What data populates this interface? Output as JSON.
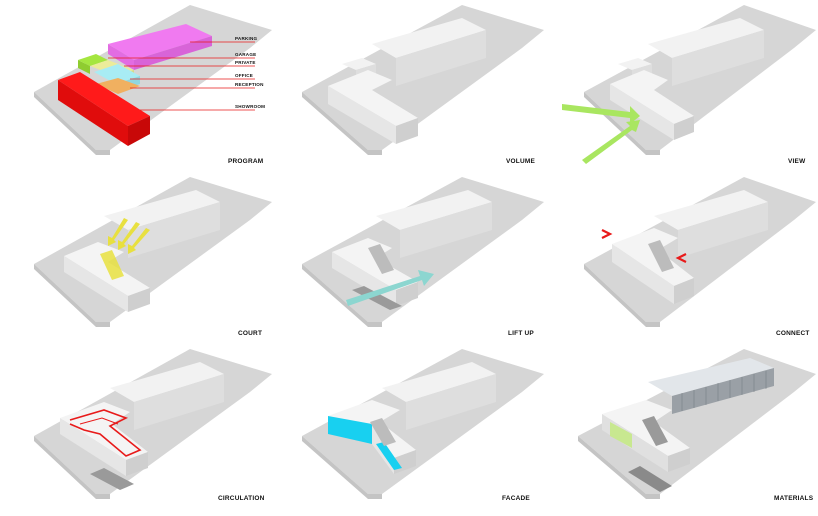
{
  "panels": [
    {
      "caption": "PROGRAM"
    },
    {
      "caption": "VOLUME"
    },
    {
      "caption": "VIEW"
    },
    {
      "caption": "COURT"
    },
    {
      "caption": "LIFT UP"
    },
    {
      "caption": "CONNECT"
    },
    {
      "caption": "CIRCULATION"
    },
    {
      "caption": "FACADE"
    },
    {
      "caption": "MATERIALS"
    }
  ],
  "program_labels": [
    "PARKING",
    "GARAGE",
    "PRIVATE",
    "OFFICE",
    "RECEPTION",
    "SHOWROOM"
  ],
  "colors": {
    "parking": "#f07af0",
    "garage": "#a5e640",
    "private": "#ecec9a",
    "office": "#a8ecf4",
    "reception": "#f0b060",
    "showroom": "#ff1a1a",
    "view_arrow": "#a9e660",
    "court_arrow": "#e8e040",
    "liftup_arrow": "#8cd6d0",
    "connect_mark": "#e81a1a",
    "circulation": "#e81a1a",
    "facade": "#18d0f0",
    "materials_green": "#c8e890"
  }
}
